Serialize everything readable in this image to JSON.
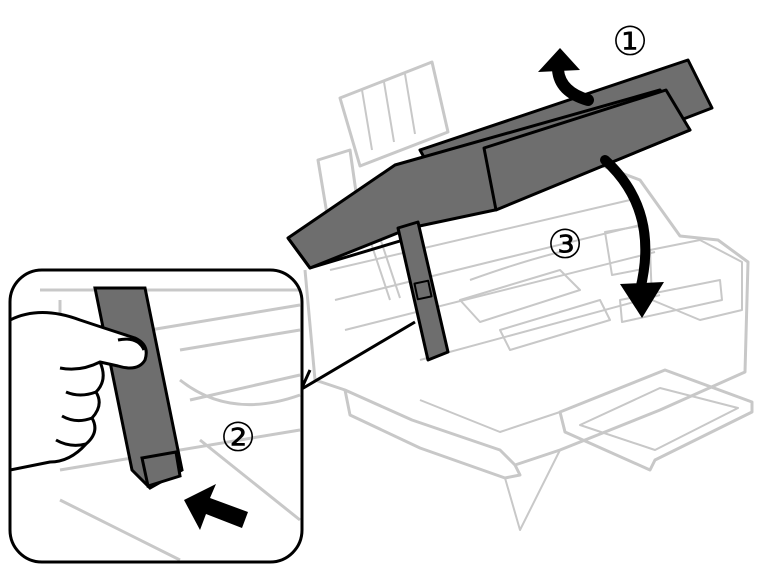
{
  "steps": [
    {
      "id": "step-1",
      "label": "①"
    },
    {
      "id": "step-2",
      "label": "②"
    },
    {
      "id": "step-3",
      "label": "③"
    }
  ],
  "colors": {
    "outline": "#c8c8c8",
    "lid_fill": "#6e6e6e",
    "lid_edge": "#000000",
    "arrow": "#000000",
    "skin": "#ffffff",
    "background": "#ffffff"
  },
  "icons": {
    "arrow_1": "curved-up-arrow-icon",
    "arrow_2": "push-arrow-icon",
    "arrow_3": "curved-down-arrow-icon"
  }
}
